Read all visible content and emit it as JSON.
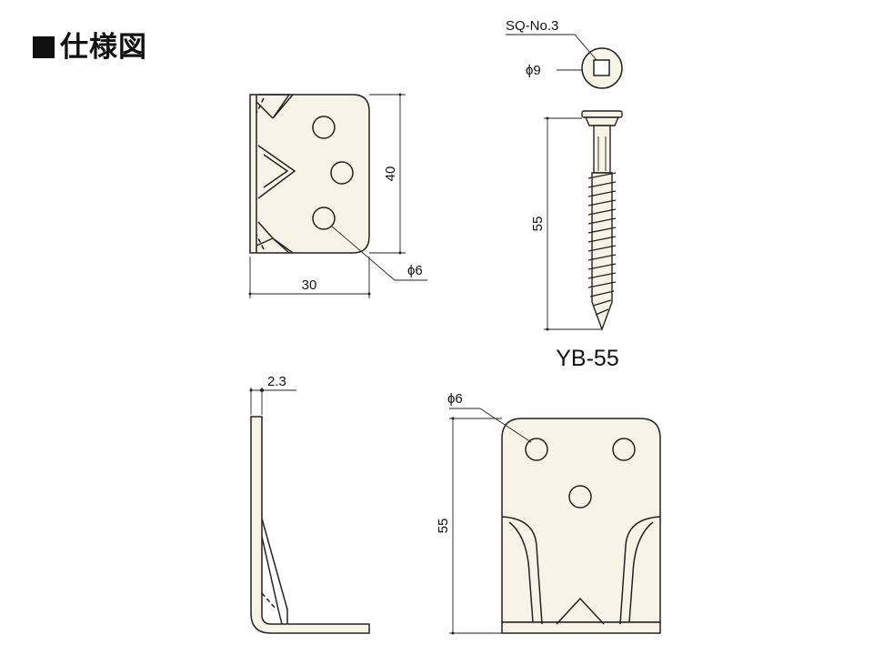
{
  "title": "仕様図",
  "labels": {
    "square_drive": "SQ-No.3",
    "head_diameter": "ϕ9",
    "screw_length": "55",
    "model": "YB-55",
    "top_height": "40",
    "top_width": "30",
    "top_hole": "ϕ6",
    "thickness": "2.3",
    "front_hole": "ϕ6",
    "front_height": "55"
  },
  "colors": {
    "line": "#222222",
    "fill": "#f7f3e6"
  }
}
